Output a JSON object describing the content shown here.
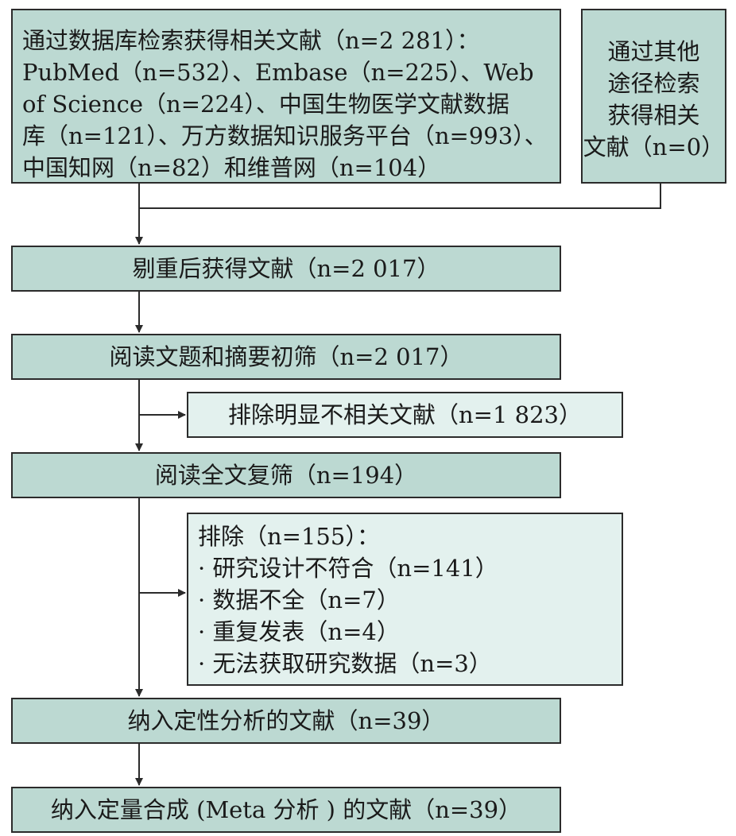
{
  "boxes": {
    "database": {
      "lines": [
        "通过数据库检索获得相关文献（n=2 281）：",
        "PubMed（n=532）、Embase（n=225）、Web",
        "of Science（n=224）、中国生物医学文献数据",
        "库（n=121）、万方数据知识服务平台（n=993）、",
        "中国知网（n=82）和维普网（n=104）"
      ]
    },
    "other": {
      "lines": [
        "通过其他",
        "途径检索",
        "获得相关",
        "文献（n=0）"
      ]
    },
    "dedup": {
      "label": "剔重后获得文献（n=2 017）"
    },
    "title_abstract": {
      "label": "阅读文题和摘要初筛（n=2 017）"
    },
    "excluded_1": {
      "label": "排除明显不相关文献（n=1 823）"
    },
    "fulltext": {
      "label": "阅读全文复筛（n=194）"
    },
    "excluded_2": {
      "lines": [
        "排除（n=155）：",
        "· 研究设计不符合（n=141）",
        "· 数据不全（n=7）",
        "· 重复发表（n=4）",
        "· 无法获取研究数据（n=3）"
      ]
    },
    "qualitative": {
      "label": "纳入定性分析的文献（n=39）"
    },
    "quantitative": {
      "label": "纳入定量合成 (Meta 分析 ) 的文献（n=39）"
    }
  },
  "colors": {
    "main_fill": "#bcd9d2",
    "side_fill": "#e3f1ee",
    "stroke": "#2b2b2b"
  }
}
